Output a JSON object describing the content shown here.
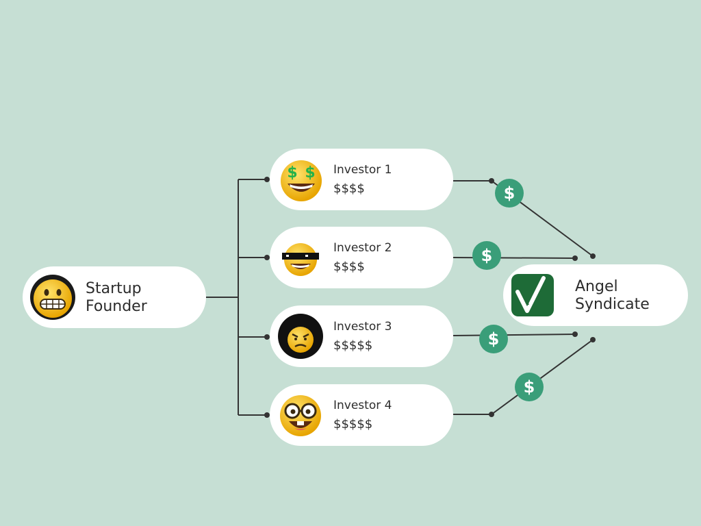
{
  "founder": {
    "line1": "Startup",
    "line2": "Founder",
    "avatar_icon": "grimacing-face-icon"
  },
  "investors": [
    {
      "name": "Investor 1",
      "amount": "$$$$",
      "avatar_icon": "money-eyes-face-icon"
    },
    {
      "name": "Investor 2",
      "amount": "$$$$",
      "avatar_icon": "sunglasses-face-icon"
    },
    {
      "name": "Investor 3",
      "amount": "$$$$$",
      "avatar_icon": "angry-face-icon"
    },
    {
      "name": "Investor 4",
      "amount": "$$$$$",
      "avatar_icon": "nerd-glasses-face-icon"
    }
  ],
  "syndicate": {
    "line1": "Angel",
    "line2": "Syndicate",
    "logo_icon": "green-checkmark-logo-icon"
  },
  "coin_symbol": "$",
  "colors": {
    "background": "#c6dfd4",
    "coin": "#3a9e79",
    "line": "#333333",
    "logo": "#1e6b37",
    "emoji": "#f7c21a"
  }
}
